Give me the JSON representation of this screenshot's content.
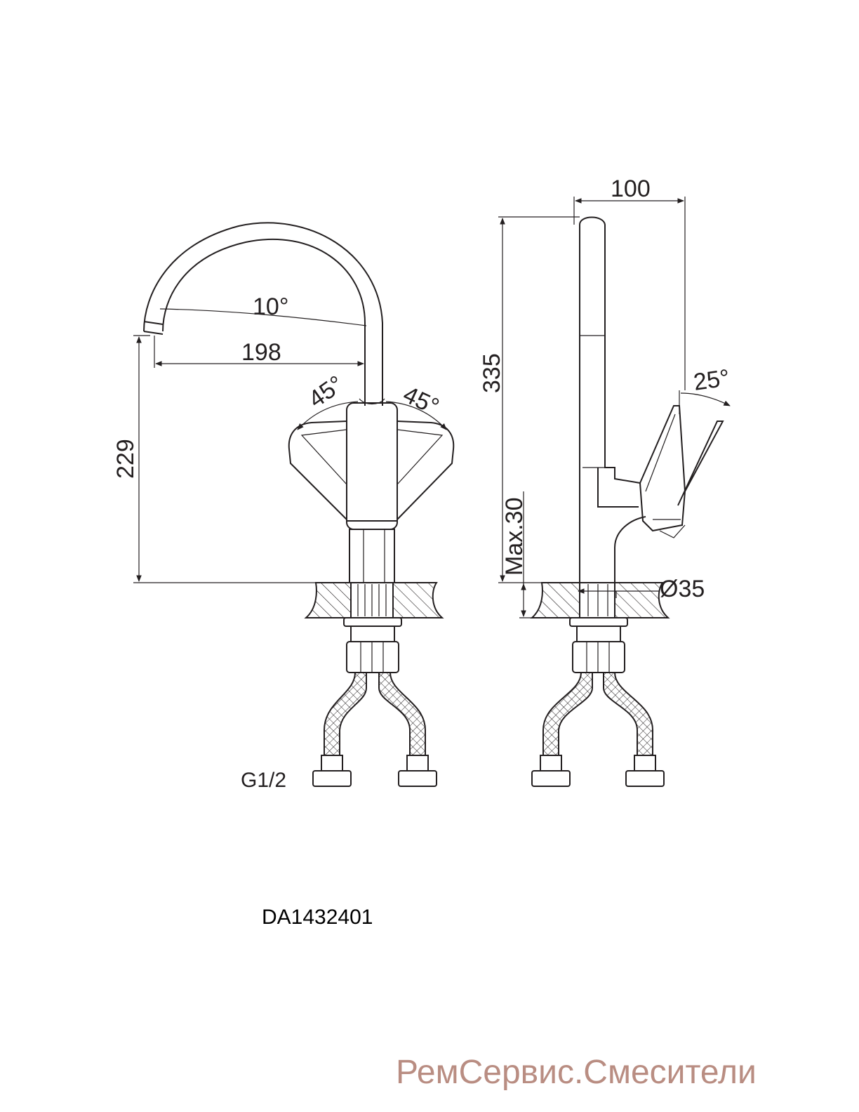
{
  "drawing": {
    "model": "DA1432401",
    "front_view": {
      "spout_reach": "198",
      "spout_angle": "10°",
      "height": "229",
      "handle_left": "45°",
      "handle_right": "45°",
      "thread": "G1/2"
    },
    "side_view": {
      "depth": "100",
      "height": "335",
      "deck_thickness": "Max.30",
      "hole_diameter": "Ø35",
      "handle_tilt": "25°"
    }
  },
  "watermark": "РемСервис.Смесители"
}
